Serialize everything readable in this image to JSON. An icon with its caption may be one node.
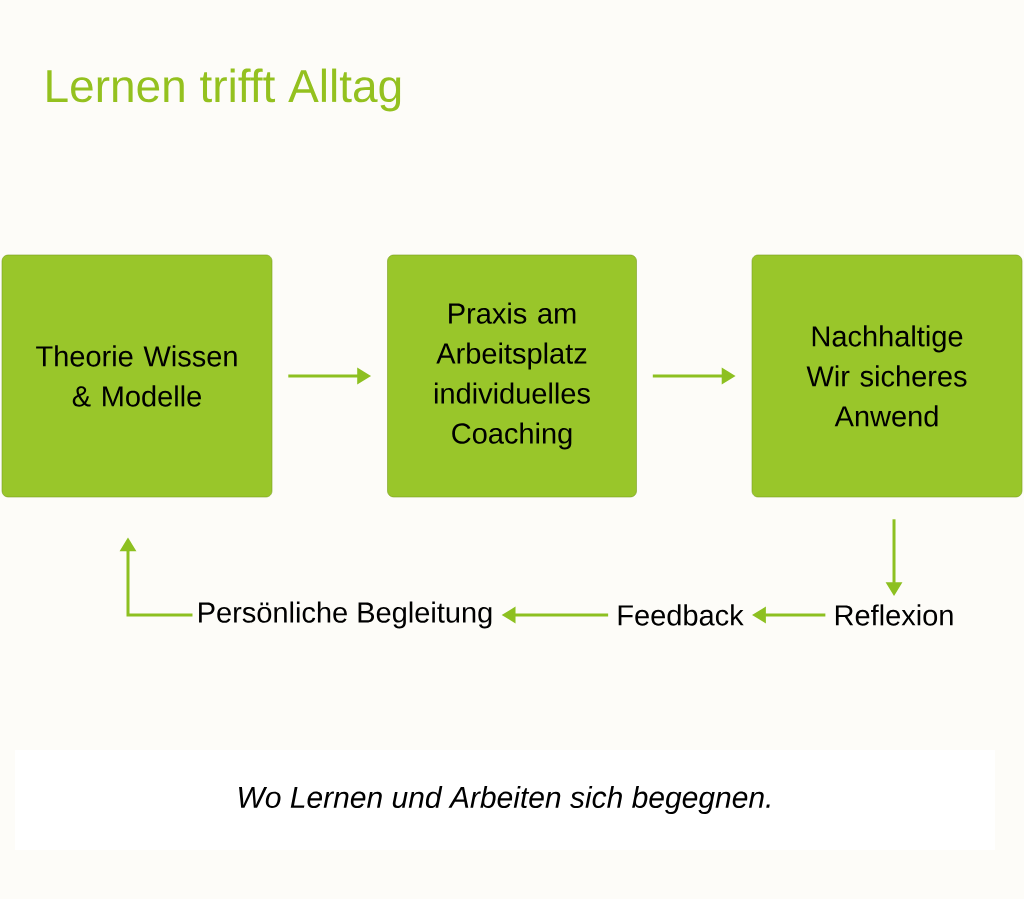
{
  "diagram": {
    "title": "Lernen trifft Alltag",
    "caption": "Wo Lernen und Arbeiten sich begegnen.",
    "nodes": [
      {
        "text": [
          "Theorie Wissen & Modelle"
        ]
      },
      {
        "text": [
          "Praxis am Arbeitsplatz individuelles Coaching"
        ]
      },
      {
        "text": [
          "Nachhaltige Wir sicheres Anwend"
        ]
      },
      {
        "text": [
          "Reflexion"
        ]
      },
      {
        "text": [
          "Feedback"
        ]
      },
      {
        "text": [
          "Persönliche Begleitung"
        ]
      }
    ],
    "edges": [
      {
        "from": 0,
        "to": 1,
        "arrow": "to"
      },
      {
        "from": 1,
        "to": 2,
        "arrow": "to"
      },
      {
        "from": 2,
        "to": 3,
        "arrow": "to"
      },
      {
        "from": 3,
        "to": 4,
        "arrow": "to"
      },
      {
        "from": 4,
        "to": 5,
        "arrow": "to"
      },
      {
        "from": 5,
        "to": 0,
        "arrow": "to"
      }
    ]
  }
}
